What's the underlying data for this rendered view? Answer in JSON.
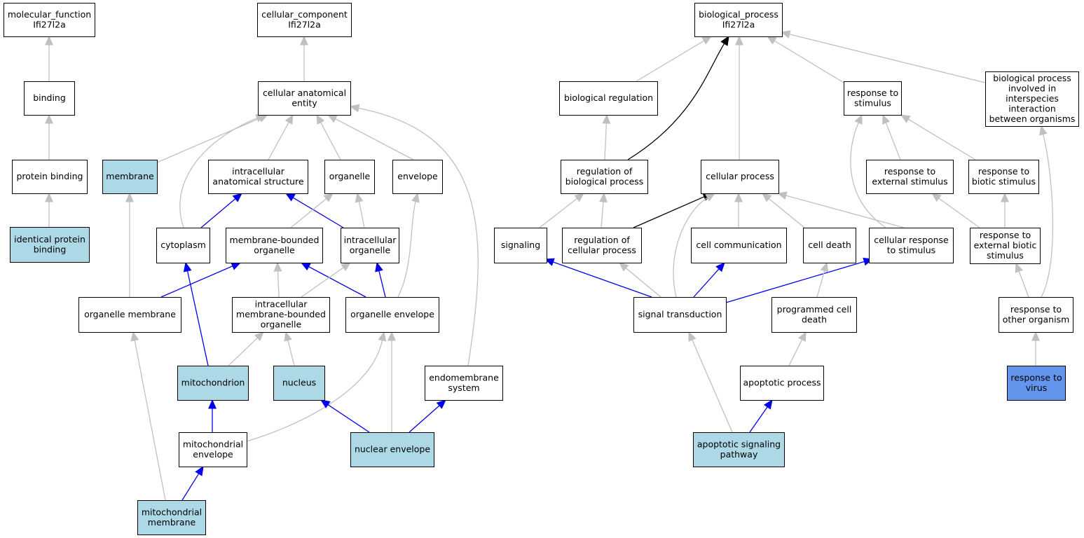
{
  "colors": {
    "plain": "#ffffff",
    "annotated": "#add8e6",
    "focus": "#6495ed",
    "edge_gray": "#c0c0c0",
    "edge_blue": "#0000ee",
    "edge_black": "#000000"
  },
  "nodes": [
    {
      "id": "mf_root",
      "lines": [
        "molecular_function",
        "Ifi27l2a"
      ],
      "fill": "plain"
    },
    {
      "id": "binding",
      "lines": [
        "binding"
      ],
      "fill": "plain"
    },
    {
      "id": "protein_binding",
      "lines": [
        "protein binding"
      ],
      "fill": "plain"
    },
    {
      "id": "identical_protein_binding",
      "lines": [
        "identical protein",
        "binding"
      ],
      "fill": "annotated"
    },
    {
      "id": "cc_root",
      "lines": [
        "cellular_component",
        "Ifi27l2a"
      ],
      "fill": "plain"
    },
    {
      "id": "cellular_anatomical_entity",
      "lines": [
        "cellular anatomical",
        "entity"
      ],
      "fill": "plain"
    },
    {
      "id": "membrane",
      "lines": [
        "membrane"
      ],
      "fill": "annotated"
    },
    {
      "id": "intracellular_anatomical_structure",
      "lines": [
        "intracellular",
        "anatomical structure"
      ],
      "fill": "plain"
    },
    {
      "id": "organelle",
      "lines": [
        "organelle"
      ],
      "fill": "plain"
    },
    {
      "id": "envelope",
      "lines": [
        "envelope"
      ],
      "fill": "plain"
    },
    {
      "id": "cytoplasm",
      "lines": [
        "cytoplasm"
      ],
      "fill": "plain"
    },
    {
      "id": "membrane_bounded_organelle",
      "lines": [
        "membrane-bounded",
        "organelle"
      ],
      "fill": "plain"
    },
    {
      "id": "intracellular_organelle",
      "lines": [
        "intracellular",
        "organelle"
      ],
      "fill": "plain"
    },
    {
      "id": "organelle_membrane",
      "lines": [
        "organelle membrane"
      ],
      "fill": "plain"
    },
    {
      "id": "intracellular_mbo",
      "lines": [
        "intracellular",
        "membrane-bounded",
        "organelle"
      ],
      "fill": "plain"
    },
    {
      "id": "organelle_envelope",
      "lines": [
        "organelle envelope"
      ],
      "fill": "plain"
    },
    {
      "id": "mitochondrion",
      "lines": [
        "mitochondrion"
      ],
      "fill": "annotated"
    },
    {
      "id": "nucleus",
      "lines": [
        "nucleus"
      ],
      "fill": "annotated"
    },
    {
      "id": "endomembrane_system",
      "lines": [
        "endomembrane",
        "system"
      ],
      "fill": "plain"
    },
    {
      "id": "mitochondrial_envelope",
      "lines": [
        "mitochondrial",
        "envelope"
      ],
      "fill": "plain"
    },
    {
      "id": "nuclear_envelope",
      "lines": [
        "nuclear envelope"
      ],
      "fill": "annotated"
    },
    {
      "id": "mitochondrial_membrane",
      "lines": [
        "mitochondrial",
        "membrane"
      ],
      "fill": "annotated"
    },
    {
      "id": "bp_root",
      "lines": [
        "biological_process",
        "Ifi27l2a"
      ],
      "fill": "plain"
    },
    {
      "id": "biological_regulation",
      "lines": [
        "biological regulation"
      ],
      "fill": "plain"
    },
    {
      "id": "response_to_stimulus",
      "lines": [
        "response to",
        "stimulus"
      ],
      "fill": "plain"
    },
    {
      "id": "interspecies",
      "lines": [
        "biological process",
        "involved in",
        "interspecies",
        "interaction",
        "between organisms"
      ],
      "fill": "plain"
    },
    {
      "id": "regulation_of_biological_process",
      "lines": [
        "regulation of",
        "biological process"
      ],
      "fill": "plain"
    },
    {
      "id": "cellular_process",
      "lines": [
        "cellular process"
      ],
      "fill": "plain"
    },
    {
      "id": "response_to_external_stimulus",
      "lines": [
        "response to",
        "external stimulus"
      ],
      "fill": "plain"
    },
    {
      "id": "response_to_biotic_stimulus",
      "lines": [
        "response to",
        "biotic stimulus"
      ],
      "fill": "plain"
    },
    {
      "id": "signaling",
      "lines": [
        "signaling"
      ],
      "fill": "plain"
    },
    {
      "id": "regulation_of_cellular_process",
      "lines": [
        "regulation of",
        "cellular process"
      ],
      "fill": "plain"
    },
    {
      "id": "cell_communication",
      "lines": [
        "cell communication"
      ],
      "fill": "plain"
    },
    {
      "id": "cell_death",
      "lines": [
        "cell death"
      ],
      "fill": "plain"
    },
    {
      "id": "cellular_response_to_stimulus",
      "lines": [
        "cellular response",
        "to stimulus"
      ],
      "fill": "plain"
    },
    {
      "id": "response_to_external_biotic_stimulus",
      "lines": [
        "response to",
        "external biotic",
        "stimulus"
      ],
      "fill": "plain"
    },
    {
      "id": "signal_transduction",
      "lines": [
        "signal transduction"
      ],
      "fill": "plain"
    },
    {
      "id": "programmed_cell_death",
      "lines": [
        "programmed cell",
        "death"
      ],
      "fill": "plain"
    },
    {
      "id": "response_to_other_organism",
      "lines": [
        "response to",
        "other organism"
      ],
      "fill": "plain"
    },
    {
      "id": "apoptotic_process",
      "lines": [
        "apoptotic process"
      ],
      "fill": "plain"
    },
    {
      "id": "response_to_virus",
      "lines": [
        "response to",
        "virus"
      ],
      "fill": "focus"
    },
    {
      "id": "apoptotic_signaling_pathway",
      "lines": [
        "apoptotic signaling",
        "pathway"
      ],
      "fill": "annotated"
    }
  ],
  "edges": [
    {
      "from": "binding",
      "to": "mf_root",
      "color": "edge_gray"
    },
    {
      "from": "protein_binding",
      "to": "binding",
      "color": "edge_gray"
    },
    {
      "from": "identical_protein_binding",
      "to": "protein_binding",
      "color": "edge_gray"
    },
    {
      "from": "cellular_anatomical_entity",
      "to": "cc_root",
      "color": "edge_gray"
    },
    {
      "from": "membrane",
      "to": "cellular_anatomical_entity",
      "color": "edge_gray"
    },
    {
      "from": "cytoplasm",
      "to": "cellular_anatomical_entity",
      "color": "edge_gray"
    },
    {
      "from": "intracellular_anatomical_structure",
      "to": "cellular_anatomical_entity",
      "color": "edge_gray"
    },
    {
      "from": "organelle",
      "to": "cellular_anatomical_entity",
      "color": "edge_gray"
    },
    {
      "from": "envelope",
      "to": "cellular_anatomical_entity",
      "color": "edge_gray"
    },
    {
      "from": "endomembrane_system",
      "to": "cellular_anatomical_entity",
      "color": "edge_gray"
    },
    {
      "from": "cytoplasm",
      "to": "intracellular_anatomical_structure",
      "color": "edge_blue"
    },
    {
      "from": "intracellular_organelle",
      "to": "intracellular_anatomical_structure",
      "color": "edge_blue"
    },
    {
      "from": "membrane_bounded_organelle",
      "to": "organelle",
      "color": "edge_gray"
    },
    {
      "from": "intracellular_organelle",
      "to": "organelle",
      "color": "edge_gray"
    },
    {
      "from": "organelle_membrane",
      "to": "membrane",
      "color": "edge_gray"
    },
    {
      "from": "organelle_membrane",
      "to": "membrane_bounded_organelle",
      "color": "edge_blue"
    },
    {
      "from": "intracellular_mbo",
      "to": "membrane_bounded_organelle",
      "color": "edge_gray"
    },
    {
      "from": "organelle_envelope",
      "to": "membrane_bounded_organelle",
      "color": "edge_blue"
    },
    {
      "from": "intracellular_mbo",
      "to": "intracellular_organelle",
      "color": "edge_gray"
    },
    {
      "from": "organelle_envelope",
      "to": "intracellular_organelle",
      "color": "edge_blue"
    },
    {
      "from": "organelle_envelope",
      "to": "envelope",
      "color": "edge_gray"
    },
    {
      "from": "mitochondrion",
      "to": "cytoplasm",
      "color": "edge_blue"
    },
    {
      "from": "mitochondrion",
      "to": "intracellular_mbo",
      "color": "edge_gray"
    },
    {
      "from": "nucleus",
      "to": "intracellular_mbo",
      "color": "edge_gray"
    },
    {
      "from": "mitochondrial_envelope",
      "to": "mitochondrion",
      "color": "edge_blue"
    },
    {
      "from": "mitochondrial_envelope",
      "to": "organelle_envelope",
      "color": "edge_gray"
    },
    {
      "from": "nuclear_envelope",
      "to": "organelle_envelope",
      "color": "edge_gray"
    },
    {
      "from": "nuclear_envelope",
      "to": "nucleus",
      "color": "edge_blue"
    },
    {
      "from": "nuclear_envelope",
      "to": "endomembrane_system",
      "color": "edge_blue"
    },
    {
      "from": "mitochondrial_membrane",
      "to": "mitochondrial_envelope",
      "color": "edge_blue"
    },
    {
      "from": "mitochondrial_membrane",
      "to": "organelle_membrane",
      "color": "edge_gray"
    },
    {
      "from": "biological_regulation",
      "to": "bp_root",
      "color": "edge_gray"
    },
    {
      "from": "regulation_of_biological_process",
      "to": "bp_root",
      "color": "edge_black"
    },
    {
      "from": "cellular_process",
      "to": "bp_root",
      "color": "edge_gray"
    },
    {
      "from": "response_to_stimulus",
      "to": "bp_root",
      "color": "edge_gray"
    },
    {
      "from": "interspecies",
      "to": "bp_root",
      "color": "edge_gray"
    },
    {
      "from": "regulation_of_biological_process",
      "to": "biological_regulation",
      "color": "edge_gray"
    },
    {
      "from": "response_to_external_stimulus",
      "to": "response_to_stimulus",
      "color": "edge_gray"
    },
    {
      "from": "response_to_biotic_stimulus",
      "to": "response_to_stimulus",
      "color": "edge_gray"
    },
    {
      "from": "cellular_response_to_stimulus",
      "to": "response_to_stimulus",
      "color": "edge_gray"
    },
    {
      "from": "signaling",
      "to": "regulation_of_biological_process",
      "color": "edge_gray"
    },
    {
      "from": "regulation_of_cellular_process",
      "to": "regulation_of_biological_process",
      "color": "edge_gray"
    },
    {
      "from": "regulation_of_cellular_process",
      "to": "cellular_process",
      "color": "edge_black"
    },
    {
      "from": "signal_transduction",
      "to": "cellular_process",
      "color": "edge_gray"
    },
    {
      "from": "cell_communication",
      "to": "cellular_process",
      "color": "edge_gray"
    },
    {
      "from": "cell_death",
      "to": "cellular_process",
      "color": "edge_gray"
    },
    {
      "from": "cellular_response_to_stimulus",
      "to": "cellular_process",
      "color": "edge_gray"
    },
    {
      "from": "response_to_external_biotic_stimulus",
      "to": "response_to_external_stimulus",
      "color": "edge_gray"
    },
    {
      "from": "response_to_external_biotic_stimulus",
      "to": "response_to_biotic_stimulus",
      "color": "edge_gray"
    },
    {
      "from": "response_to_other_organism",
      "to": "response_to_external_biotic_stimulus",
      "color": "edge_gray"
    },
    {
      "from": "response_to_other_organism",
      "to": "interspecies",
      "color": "edge_gray"
    },
    {
      "from": "signal_transduction",
      "to": "signaling",
      "color": "edge_blue"
    },
    {
      "from": "signal_transduction",
      "to": "regulation_of_cellular_process",
      "color": "edge_gray"
    },
    {
      "from": "signal_transduction",
      "to": "cell_communication",
      "color": "edge_blue"
    },
    {
      "from": "signal_transduction",
      "to": "cellular_response_to_stimulus",
      "color": "edge_blue"
    },
    {
      "from": "programmed_cell_death",
      "to": "cell_death",
      "color": "edge_gray"
    },
    {
      "from": "apoptotic_process",
      "to": "programmed_cell_death",
      "color": "edge_gray"
    },
    {
      "from": "apoptotic_signaling_pathway",
      "to": "apoptotic_process",
      "color": "edge_blue"
    },
    {
      "from": "apoptotic_signaling_pathway",
      "to": "signal_transduction",
      "color": "edge_gray"
    },
    {
      "from": "response_to_virus",
      "to": "response_to_other_organism",
      "color": "edge_gray"
    }
  ]
}
